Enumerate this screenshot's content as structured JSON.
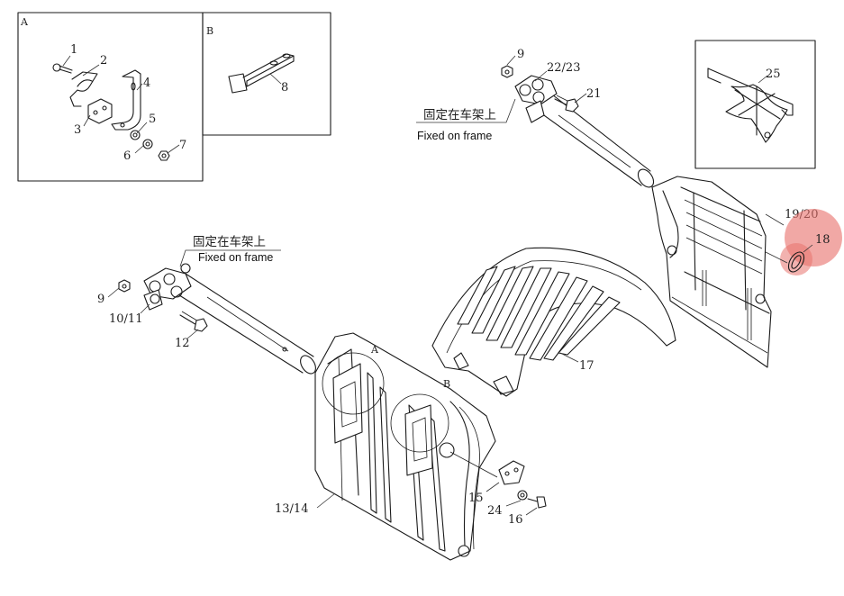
{
  "insets": [
    {
      "letter": "A"
    },
    {
      "letter": "B"
    }
  ],
  "callout_letters": {
    "a": "A",
    "b": "B"
  },
  "notes": [
    {
      "cn": "固定在车架上",
      "en": "Fixed on frame"
    },
    {
      "cn": "固定在车架上",
      "en": "Fixed on frame"
    }
  ],
  "labels": {
    "p1": "1",
    "p2": "2",
    "p3": "3",
    "p4": "4",
    "p5": "5",
    "p6": "6",
    "p7": "7",
    "p8": "8",
    "p9a": "9",
    "p9b": "9",
    "p10_11": "10/11",
    "p12": "12",
    "p13_14": "13/14",
    "p15": "15",
    "p16": "16",
    "p17": "17",
    "p18": "18",
    "p19_20": "19/20",
    "p21": "21",
    "p22_23": "22/23",
    "p24": "24",
    "p25": "25"
  },
  "highlight": {
    "part": "18",
    "color": "#e8736e"
  }
}
